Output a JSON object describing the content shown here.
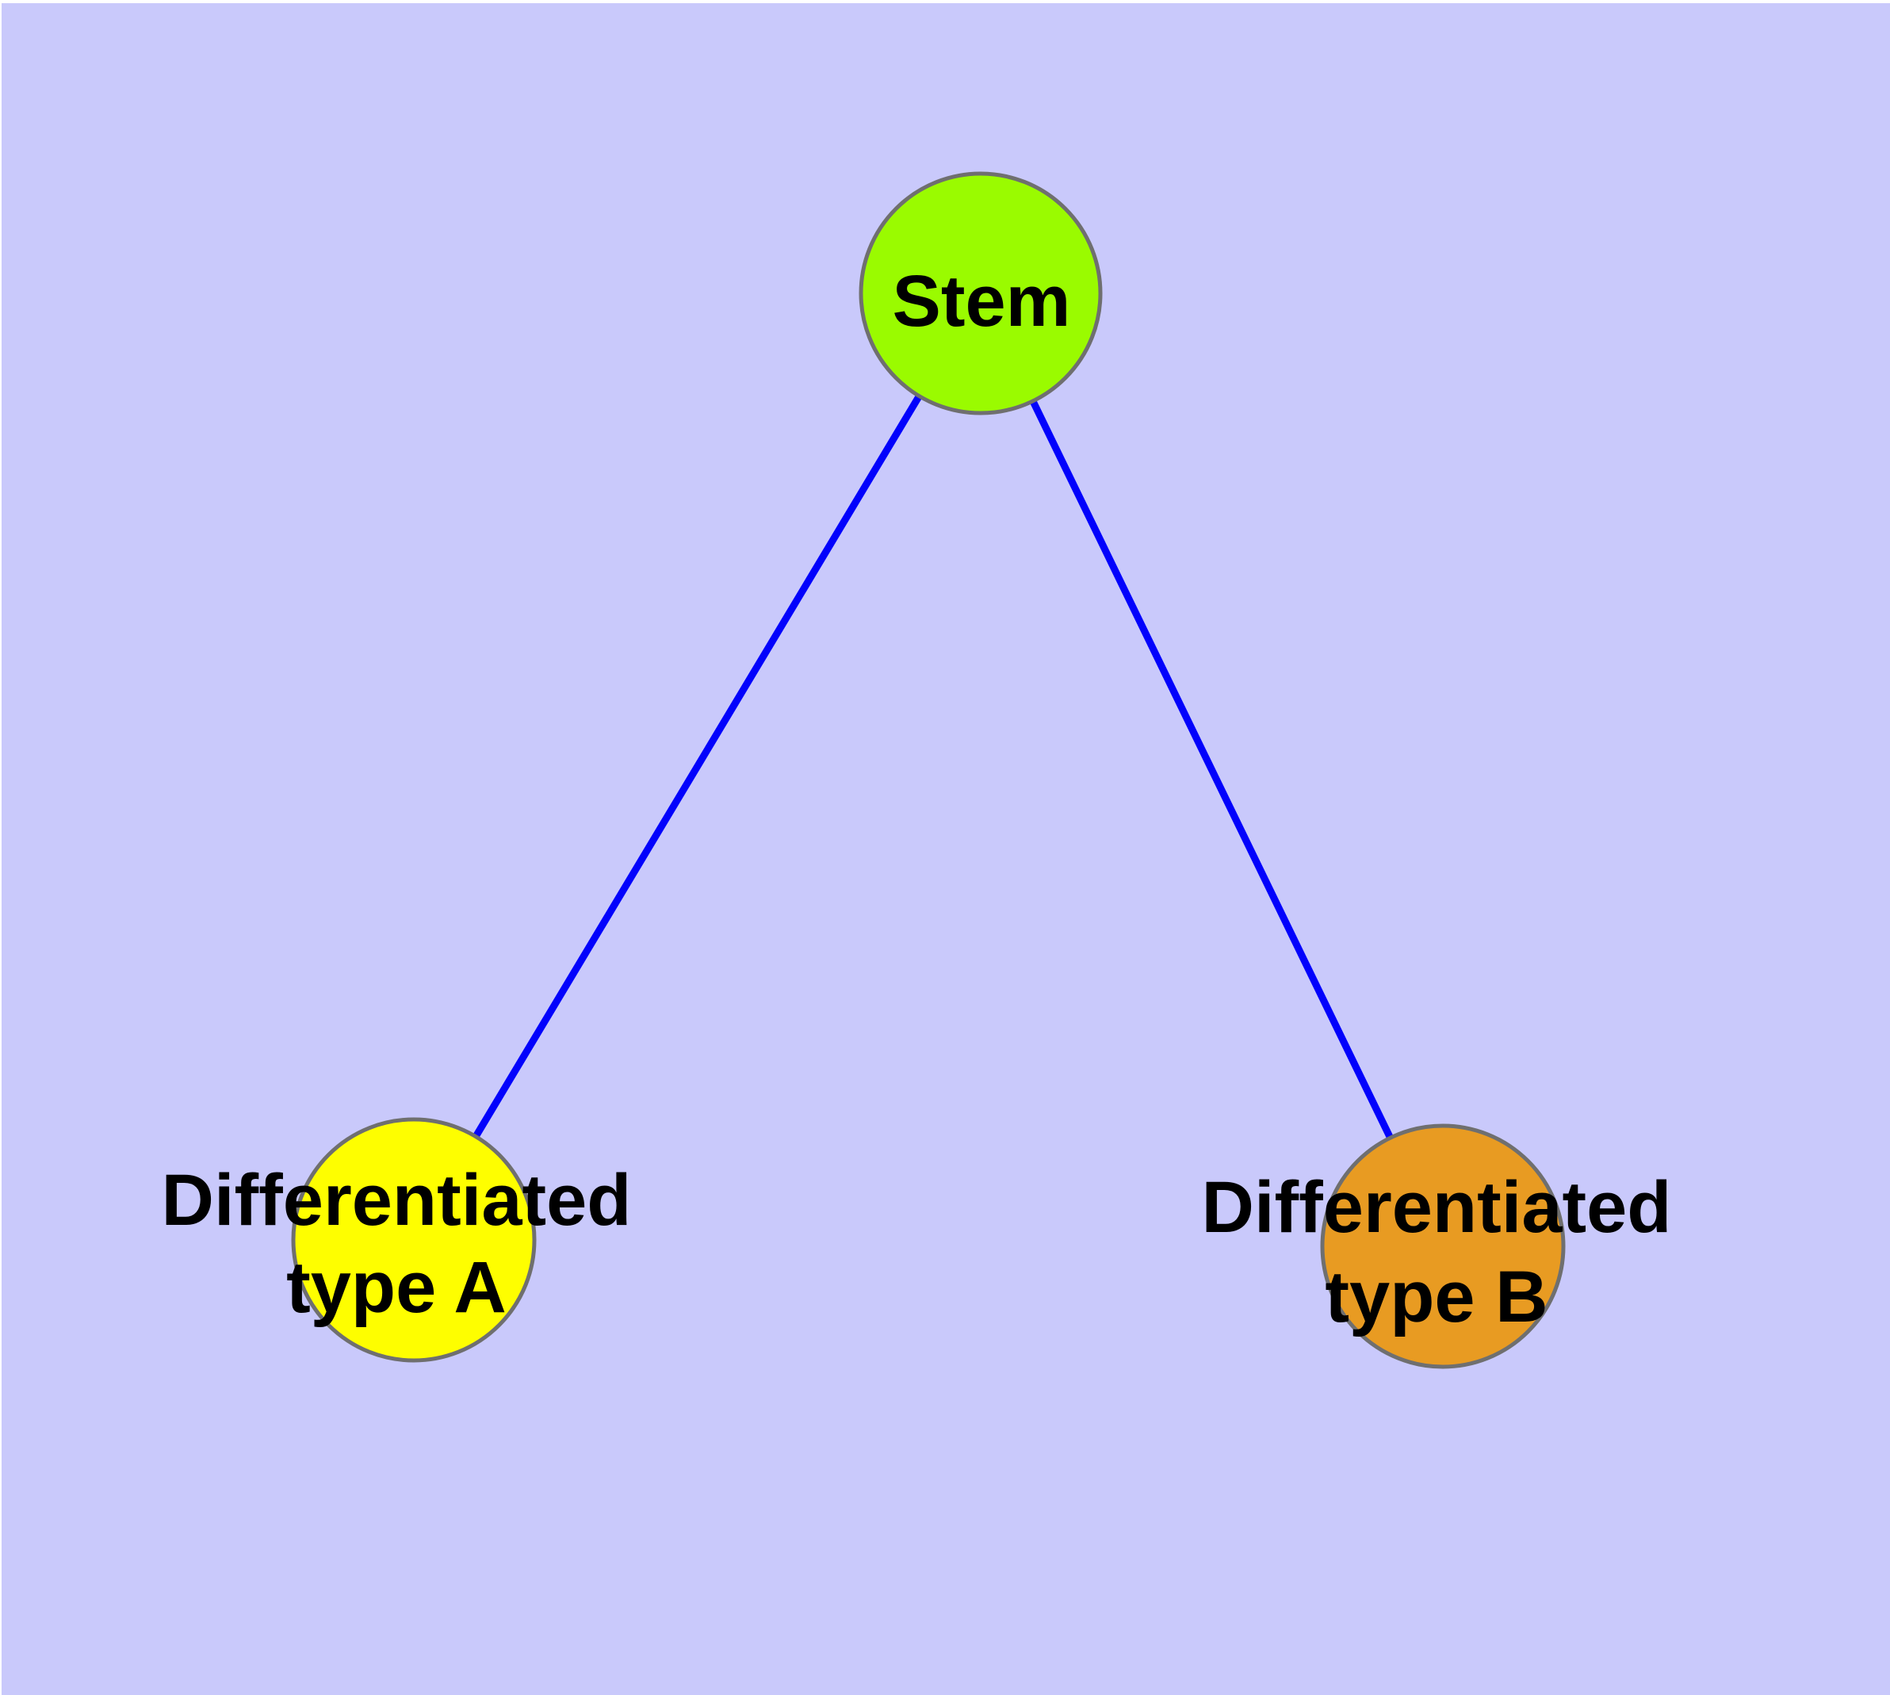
{
  "diagram": {
    "type": "node-link-graph",
    "background_color": "#c9c9fb",
    "page_margin_color": "#ffffff",
    "edge_color": "#0202fc",
    "node_border_color": "#6f6f6f",
    "label_color": "#000000",
    "nodes": {
      "stem": {
        "label": "Stem",
        "color": "#9afb00"
      },
      "type_a": {
        "label": "Differentiated type A",
        "label_lines": [
          "Differentiated",
          "type A"
        ],
        "color": "#fefe00"
      },
      "type_b": {
        "label": "Differentiated type B",
        "label_lines": [
          "Differentiated",
          "type B"
        ],
        "color": "#e89b22"
      }
    },
    "edges": [
      {
        "from": "Stem",
        "to": "Differentiated type A"
      },
      {
        "from": "Stem",
        "to": "Differentiated type B"
      }
    ]
  }
}
